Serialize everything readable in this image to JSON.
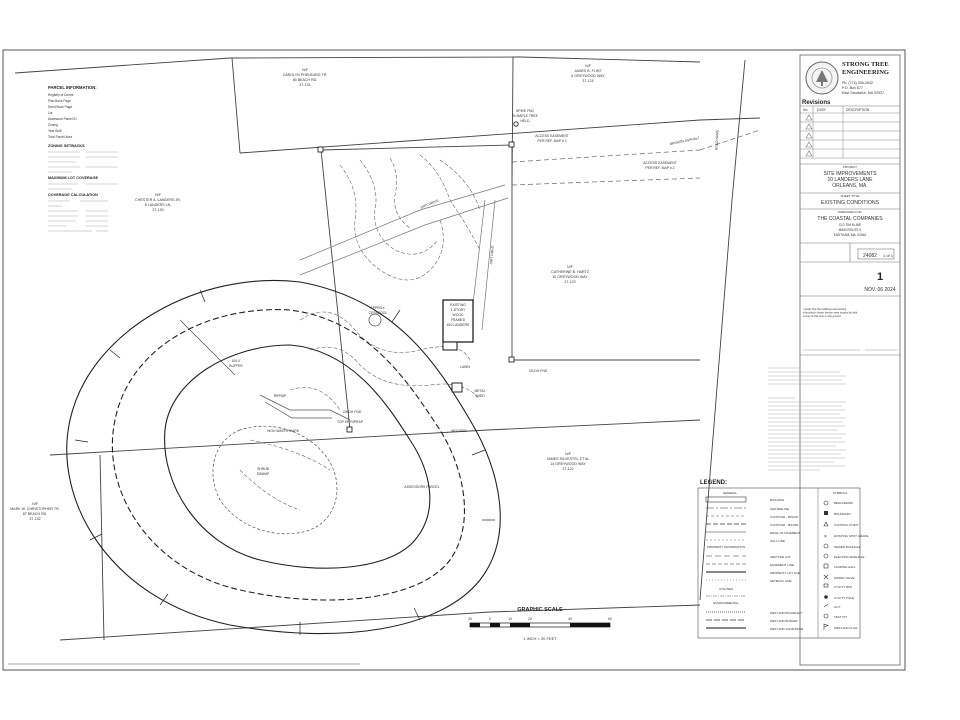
{
  "firm": {
    "name_line1": "STRONG TREE",
    "name_line2": "ENGINEERING",
    "phone": "Ph. (774) 336-2642",
    "po_box": "P.O. Box 677",
    "town": "East Sandwich, MA 02537"
  },
  "revisions": {
    "title": "Revisions",
    "headers": [
      "No.",
      "DATE",
      "DESCRIPTION"
    ]
  },
  "title_block": {
    "project_label": "PROJECT",
    "project_line1": "SITE IMPROVEMENTS",
    "project_line2": "10 LANDERS LANE",
    "project_line3": "ORLEANS, MA.",
    "sheet_title_label": "SHEET TITLE",
    "sheet_title": "EXISTING CONDITIONS",
    "prepared_for_label": "PREPARED FOR",
    "client": "THE COASTAL COMPANIES",
    "client_attn": "C/O TIM KLINE",
    "client_addr1": "MAIN ROUTE 6",
    "client_addr2": "EASTHAM, MA. 02642",
    "job_number": "24082",
    "sheet_of": "1 of 1",
    "sheet_number": "1",
    "date": "NOV. 06 2024"
  },
  "parcel_info": {
    "heading": "PARCEL INFORMATION:",
    "rows": [
      "Registry of Deeds",
      "Plan Book Page",
      "Deed Book Page",
      "Lot",
      "Assessors Parcel ID",
      "Zoning",
      "Year Built",
      "Total Parcel Area"
    ]
  },
  "zoning_heading": "ZONING SETBACKS",
  "max_coverage_heading": "MAXIMUM LOT COVERAGE",
  "coverage_heading": "COVERAGE CALCULATION",
  "abutters": [
    {
      "line1": "N/F",
      "line2": "CAROLYN PHELBURG TR.",
      "line3": "80 BEACH RD.",
      "line4": "37-131"
    },
    {
      "line1": "N/F",
      "line2": "JAMES B. FLINT",
      "line3": "6 GREYWOOD WAY",
      "line4": "37-124"
    },
    {
      "line1": "N/F",
      "line2": "CHESTER A. LANDERS JR.",
      "line3": "8 LANDERS LN.",
      "line4": "37-130"
    },
    {
      "line1": "N/F",
      "line2": "CATHERINE B. HARTZ",
      "line3": "10 GREYWOOD WAY",
      "line4": "37-123"
    },
    {
      "line1": "N/F",
      "line2": "JAMES SILVESTRI, ET AL",
      "line3": "14 GREYWOOD WAY",
      "line4": "37-122"
    },
    {
      "line1": "N/F",
      "line2": "MARK W. CHRISTOPHER TR.",
      "line3": "87 BEACH RD.",
      "line4": "37-132"
    }
  ],
  "labels": {
    "spike_found": "SPIKE FND",
    "in_maple_tree": "IN MAPLE TREE",
    "held": "HELD",
    "access_easement_1": "ACCESS EASEMENT",
    "per_ref_map_2": "PER REF. MAP # 2",
    "broken_asphalt": "BROKEN ASPHALT",
    "dirt_drive": "DIRT DRIVE",
    "existing_dwelling_1": "EXISTING",
    "existing_dwelling_2": "1-STORY",
    "existing_dwelling_3": "WOOD",
    "existing_dwelling_4": "FRAMED",
    "existing_dwelling_5": "#10 LANDERS",
    "cesspool_1": "APPROX.",
    "cesspool_2": "CESSPOOL",
    "buffer": "100.0'",
    "buffer_label": "BUFFER",
    "riprap": "RIPRAP",
    "top_of_riprap": "TOP OF RIPRAP",
    "high_water_mark": "HIGH WATER MARK",
    "shrub_swamp": "SHRUB",
    "swamp": "SWAMP",
    "assessors_parcel": "ASSESSORS PARCEL",
    "wooded": "WOODED",
    "lawn": "LAWN",
    "metal_shed_1": "METAL",
    "metal_shed_2": "SHED",
    "cb_found": "CB DH FND",
    "road_name": "ROAD NAME",
    "graphic_scale": "GRAPHIC SCALE",
    "scale_text": "1 INCH = 20 FEET",
    "legend": "LEGEND:",
    "general": "GENERAL",
    "symbols": "SYMBOLS",
    "property_information": "PROPERTY INFORMATION",
    "utilities": "UTILITIES",
    "environmental": "ENVIRONMENTAL",
    "certify_text": "I certify that the buildings and existing information shown hereon were located by field survey at this time on the ground."
  },
  "legend_general": [
    "BUILDING",
    "CENTERLINE",
    "CONTOUR - MINOR",
    "CONTOUR - MAJOR",
    "EDGE OF PAVEMENT",
    "HALL LINE"
  ],
  "legend_property": [
    "ABUTTER LOT",
    "EASEMENT LINE",
    "PROPERTY LOT LINE",
    "SETBACK LINE"
  ],
  "legend_environmental": [
    "WETLAND BOUNDARY",
    "WETLAND BUFFER",
    "WETLAND 100 BUFFER"
  ],
  "legend_symbols": [
    "BENCHMARK",
    "BOUNDARY",
    "CONTROL POINT",
    "EXISTING SPOT GRADE",
    "SEWER MANHOLE",
    "ELECTRIC MANHOLE",
    "LANDING HALL",
    "WATER VALVE",
    "UTILITY BOX",
    "UTILITY POLE",
    "GUY",
    "TEST PIT",
    "WETLAND FLAG"
  ],
  "scale_ticks": [
    "20",
    "0",
    "10",
    "20",
    "40",
    "60"
  ]
}
